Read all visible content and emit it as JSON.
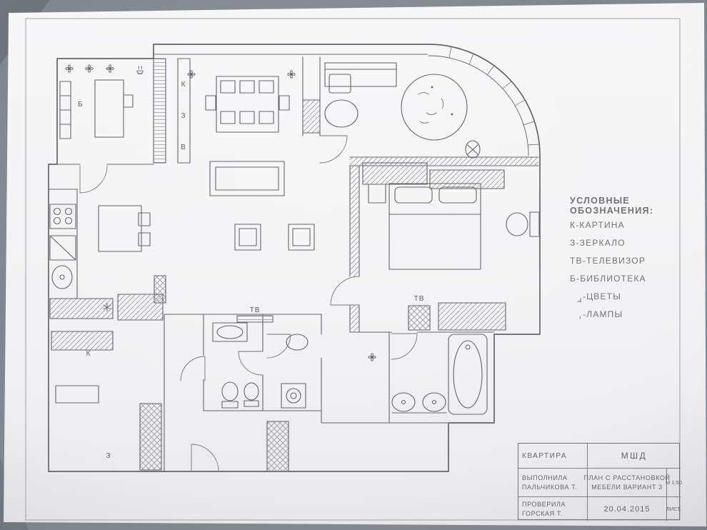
{
  "photo": {
    "backdrop_color": "#80868d",
    "paper_color": "#f5f5f7",
    "pencil_color": "#64646c"
  },
  "icons": {
    "flower": "flower-icon",
    "lamp": "lamp-icon",
    "asterisk": "asterisk-icon"
  },
  "plan_labels": {
    "library": "Б",
    "col_k": "К",
    "col_z": "З",
    "col_v": "В",
    "tv_living": "ТВ",
    "tv_bedroom": "ТВ",
    "picture_hall": "К",
    "mirror_hall": "З"
  },
  "legend": {
    "title": "УСЛОВНЫЕ ОБОЗНАЧЕНИЯ:",
    "items": [
      {
        "label": "К-КАРТИНА"
      },
      {
        "label": "З-ЗЕРКАЛО"
      },
      {
        "label": "ТВ-ТЕЛЕВИЗОР"
      },
      {
        "label": "Б-БИБЛИОТЕКА"
      },
      {
        "icon": "flower-icon",
        "label": "-ЦВЕТЫ"
      },
      {
        "icon": "lamp-icon",
        "label": "-ЛАМПЫ"
      }
    ]
  },
  "title_block": {
    "apartment_label": "КВАРТИРА",
    "school": "МШД",
    "made_by_label": "ВЫПОЛНИЛА",
    "made_by_name": "ПАЛЬЧИКОВА Т.",
    "drawing_title_line1": "ПЛАН С РАССТАНОВКОЙ",
    "drawing_title_line2": "МЕБЕЛИ ВАРИАНТ 3",
    "scale": "М 1:50",
    "checked_by_label": "ПРОВЕРИЛА",
    "checked_by_name": "ГОРСКАЯ Т.",
    "date": "20.04.2015",
    "sheet_label": "ЛИСТ."
  }
}
